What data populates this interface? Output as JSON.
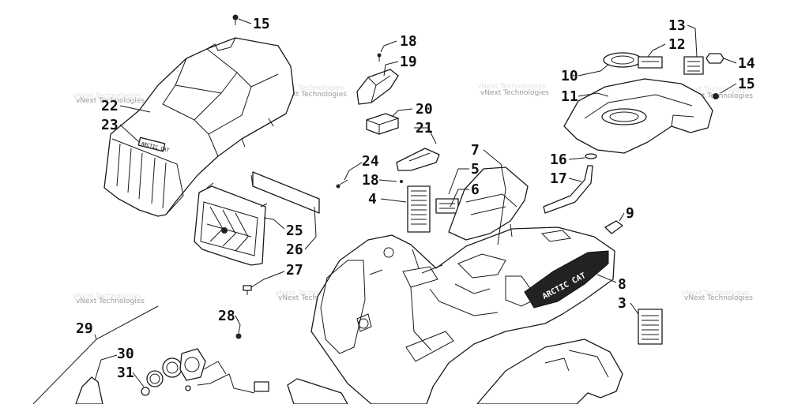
{
  "callouts": [
    {
      "id": "c15a",
      "label": "15"
    },
    {
      "id": "c22",
      "label": "22"
    },
    {
      "id": "c23",
      "label": "23"
    },
    {
      "id": "c18a",
      "label": "18"
    },
    {
      "id": "c19",
      "label": "19"
    },
    {
      "id": "c20",
      "label": "20"
    },
    {
      "id": "c21",
      "label": "21"
    },
    {
      "id": "c24",
      "label": "24"
    },
    {
      "id": "c18b",
      "label": "18"
    },
    {
      "id": "c4",
      "label": "4"
    },
    {
      "id": "c5",
      "label": "5"
    },
    {
      "id": "c6",
      "label": "6"
    },
    {
      "id": "c7",
      "label": "7"
    },
    {
      "id": "c13",
      "label": "13"
    },
    {
      "id": "c12",
      "label": "12"
    },
    {
      "id": "c14",
      "label": "14"
    },
    {
      "id": "c10",
      "label": "10"
    },
    {
      "id": "c15b",
      "label": "15"
    },
    {
      "id": "c11",
      "label": "11"
    },
    {
      "id": "c16",
      "label": "16"
    },
    {
      "id": "c17",
      "label": "17"
    },
    {
      "id": "c9",
      "label": "9"
    },
    {
      "id": "c25",
      "label": "25"
    },
    {
      "id": "c26",
      "label": "26"
    },
    {
      "id": "c27",
      "label": "27"
    },
    {
      "id": "c8",
      "label": "8"
    },
    {
      "id": "c3",
      "label": "3"
    },
    {
      "id": "c28",
      "label": "28"
    },
    {
      "id": "c29",
      "label": "29"
    },
    {
      "id": "c30",
      "label": "30"
    },
    {
      "id": "c31",
      "label": "31"
    }
  ],
  "watermark": "vNext Technologies",
  "brand_decal": "ARCTIC CAT"
}
